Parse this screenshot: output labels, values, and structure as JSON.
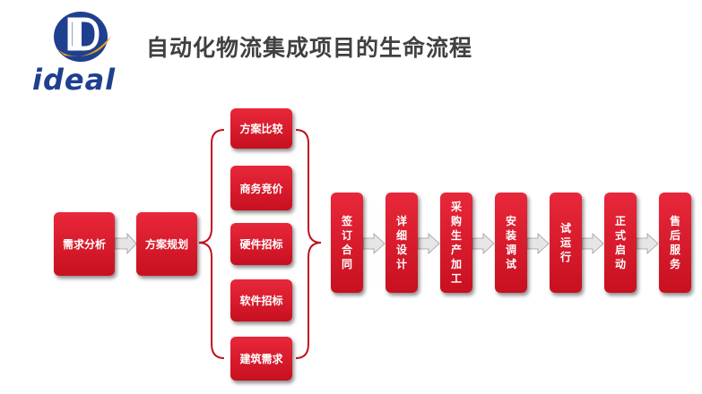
{
  "logo": {
    "text": "ideal"
  },
  "title": "自动化物流集成项目的生命流程",
  "flow": {
    "start": [
      "需求分析",
      "方案规划"
    ],
    "options": [
      "方案比较",
      "商务竞价",
      "硬件招标",
      "软件招标",
      "建筑需求"
    ],
    "steps": [
      "签订合同",
      "详细设计",
      "采购生产加工",
      "安装调试",
      "试运行",
      "正式启动",
      "售后服务"
    ]
  },
  "colors": {
    "box": "#d7182a",
    "bracket": "#c0121f",
    "arrow": "#e0e0e0",
    "title": "#404040",
    "logo_blue": "#1f3f8f",
    "logo_gold": "#e8a419"
  }
}
